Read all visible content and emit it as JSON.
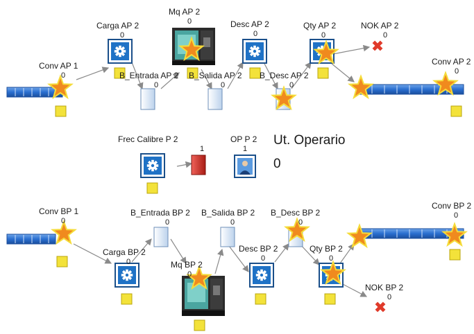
{
  "line_a": {
    "conv_1": {
      "label": "Conv AP 1",
      "count": "0"
    },
    "load": {
      "label": "Carga AP 2",
      "count": "0"
    },
    "machine": {
      "label": "Mq AP 2",
      "count": "0"
    },
    "unload": {
      "label": "Desc AP 2",
      "count": "0"
    },
    "qty": {
      "label": "Qty AP 2",
      "count": "0"
    },
    "nok": {
      "label": "NOK AP 2",
      "count": "0"
    },
    "conv_2": {
      "label": "Conv AP 2",
      "count": "0"
    },
    "buffer_in": {
      "label": "B_Entrada AP 2",
      "count": "0"
    },
    "buffer_out": {
      "label": "B_Salida AP 2",
      "count": "0"
    },
    "buffer_unload": {
      "label": "B_Desc AP 2",
      "count": "0"
    }
  },
  "shared": {
    "freq_caliber": {
      "label": "Frec Calibre P 2",
      "value": "1"
    },
    "operator": {
      "label": "OP P 2",
      "count": "1"
    },
    "utilization_title": "Ut. Operario",
    "utilization_value": "0"
  },
  "line_b": {
    "conv_1": {
      "label": "Conv BP 1",
      "count": "0"
    },
    "load": {
      "label": "Carga BP 2",
      "count": "0"
    },
    "machine": {
      "label": "Mq BP 2",
      "count": "0"
    },
    "unload": {
      "label": "Desc BP 2",
      "count": "0"
    },
    "qty": {
      "label": "Qty BP 2",
      "count": "0"
    },
    "nok": {
      "label": "NOK BP 2",
      "count": "0"
    },
    "conv_2": {
      "label": "Conv BP 2",
      "count": "0"
    },
    "buffer_in": {
      "label": "B_Entrada BP 2",
      "count": "0"
    },
    "buffer_out": {
      "label": "B_Salida BP 2",
      "count": "0"
    },
    "buffer_unload": {
      "label": "B_Desc BP 2",
      "count": "0"
    }
  },
  "colors": {
    "station_fill": "#1f72c6",
    "station_border": "#1a4f8a",
    "conveyor": "#2a6fd0",
    "star": "#f08a1e",
    "marker": "#f3e23a",
    "caliber": "#d8291d",
    "nok": "#e03a2a"
  }
}
